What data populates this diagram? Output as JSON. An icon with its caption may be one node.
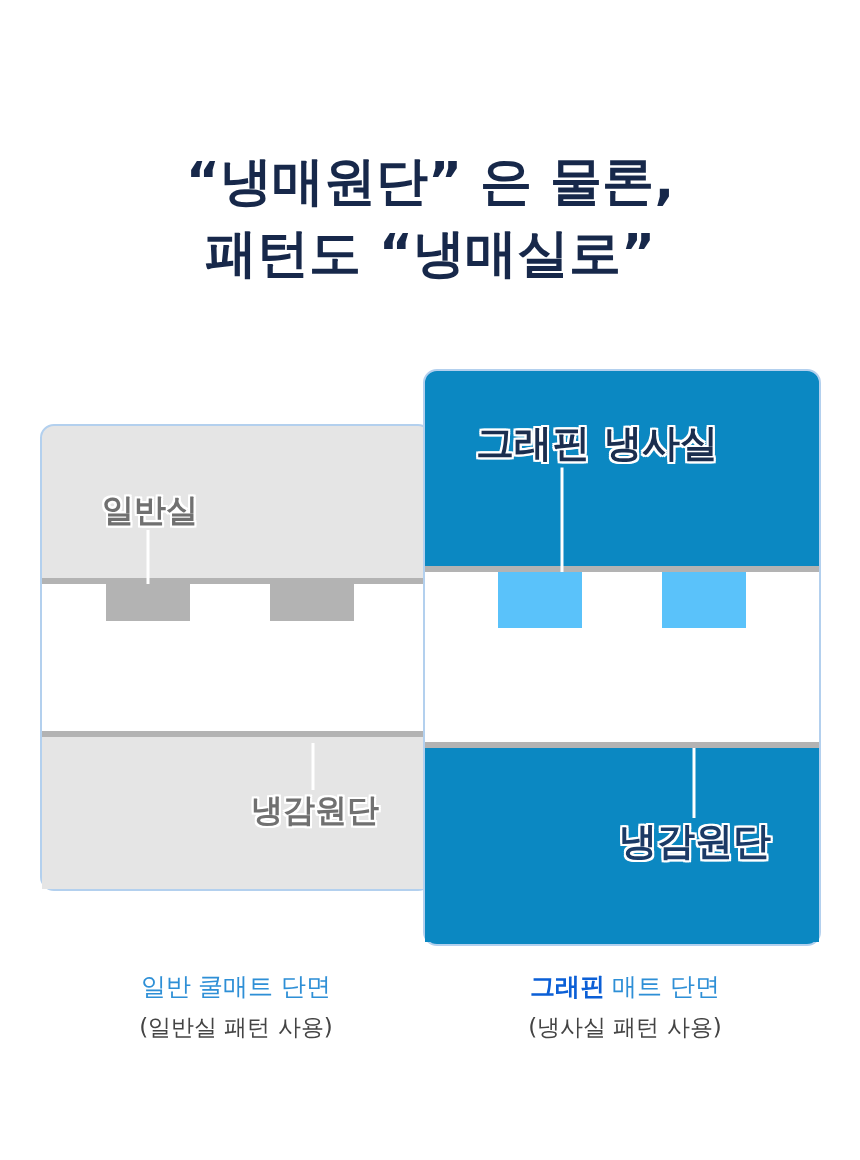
{
  "diagram": {
    "title": "“냉매원단” 은 물론, 패턴도 “냉매실로”",
    "nodes": [
      {
        "text": [
          "일반실"
        ]
      },
      {
        "text": [],
        "shape": "box"
      },
      {
        "text": [],
        "shape": "box"
      },
      {
        "text": [],
        "shape": "box"
      },
      {
        "text": [
          "냉감원단"
        ],
        "in": 3
      },
      {
        "text": [
          "그래핀 냉사실"
        ]
      },
      {
        "text": [],
        "shape": "box"
      },
      {
        "text": [],
        "shape": "box"
      },
      {
        "text": [],
        "shape": "box"
      },
      {
        "text": [
          "냉감원단"
        ],
        "in": 8
      }
    ],
    "edges": [
      {
        "from": 0,
        "to": 1,
        "arrow": "none"
      },
      {
        "from": 4,
        "to": 3,
        "arrow": "none"
      },
      {
        "from": 5,
        "to": 6,
        "arrow": "none"
      },
      {
        "from": 9,
        "to": 8,
        "arrow": "none"
      }
    ],
    "labels": [
      "일반 쿨매트 단면",
      "(일반실 패턴 사용)",
      "**그래핀** 매트 단면",
      "(냉사실 패턴 사용)"
    ]
  }
}
